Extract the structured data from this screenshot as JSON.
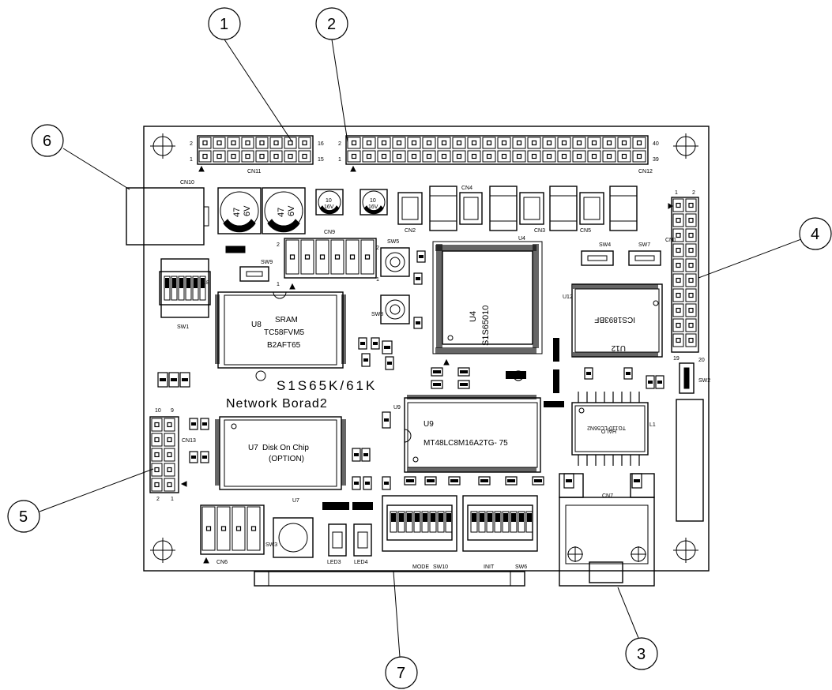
{
  "callouts": [
    "1",
    "2",
    "3",
    "4",
    "5",
    "6",
    "7"
  ],
  "board": {
    "model": "S1S65K/61K",
    "subtitle": "Network Borad2"
  },
  "components": {
    "cn11": "CN11",
    "cn11_pin_top_left": "2",
    "cn11_pin_bottom_left": "1",
    "cn11_pin_top_right": "16",
    "cn11_pin_bottom_right": "15",
    "cn12": "CN12",
    "cn12_pin_top_left": "2",
    "cn12_pin_bottom_left": "1",
    "cn12_pin_top_right": "40",
    "cn12_pin_bottom_right": "39",
    "cn10": "CN10",
    "cn9": "CN9",
    "cn9_pin_1": "1",
    "cn9_pin_2": "2",
    "cn2": "CN2",
    "cn3": "CN3",
    "cn4": "CN4",
    "cn5": "CN5",
    "cn1": "CN1",
    "cn1_pin_1": "1",
    "cn1_pin_2": "2",
    "cn1_pin_19": "19",
    "cn1_pin_20": "20",
    "cn13": "CN13",
    "cn13_pin_10": "10",
    "cn13_pin_9": "9",
    "cn13_pin_2": "2",
    "cn13_pin_1": "1",
    "cn6": "CN6",
    "cn7": "CN7",
    "sw1": "SW1",
    "sw2": "SW2",
    "sw3": "SW3",
    "sw4": "SW4",
    "sw5": "SW5",
    "sw5_pin_1": "1",
    "sw5_pin_2": "2",
    "sw6": "SW6",
    "sw7": "SW7",
    "sw8": "SW8",
    "sw9": "SW9",
    "sw10": "SW10",
    "mode": "MODE",
    "init": "INIT",
    "led3": "LED3",
    "led4": "LED4",
    "u4": "U4",
    "u4_chip": "U4",
    "u4_part": "S1S65010",
    "u7": "U7",
    "u7_chip": "U7",
    "u7_part": "Disk On Chip",
    "u7_option": "(OPTION)",
    "u8": "U8",
    "u8_chip": "U8",
    "u8_type": "SRAM",
    "u8_part": "TC58FVM5",
    "u8_part2": "B2AFT65",
    "u9": "U9",
    "u9_chip": "U9",
    "u9_part": "MT48LC8M16A2TG- 75",
    "u12": "U12",
    "u12_chip": "U12",
    "u12_part": "ICS1893BF",
    "l1": "L1",
    "l1_brand": "HALO",
    "l1_part": "TG110-LC56N2",
    "cap_value": "47",
    "cap_voltage": "6V",
    "cap_small_1": "10",
    "cap_small_2": "16V"
  }
}
